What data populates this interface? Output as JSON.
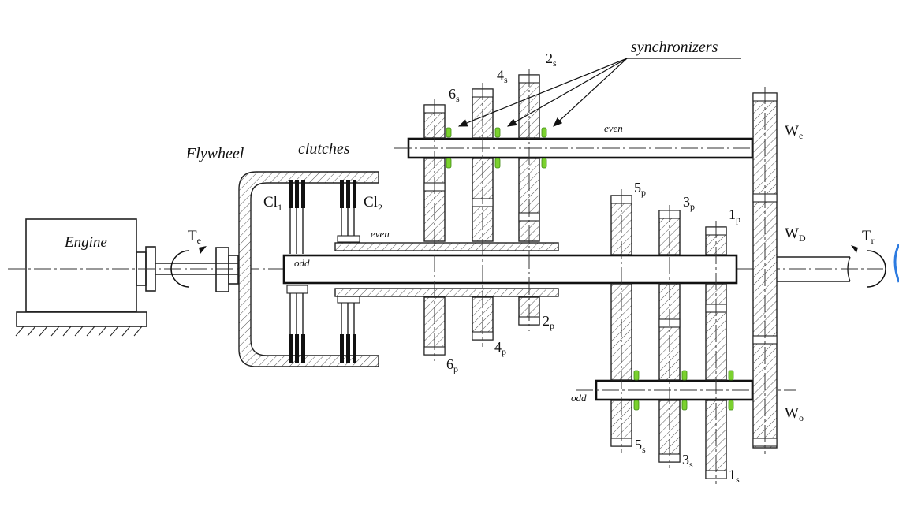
{
  "labels": {
    "synchronizers": "synchronizers",
    "flywheel": "Flywheel",
    "clutches": "clutches",
    "engine": "Engine",
    "te": "T",
    "te_sub": "e",
    "tr": "T",
    "tr_sub": "r",
    "cl1": "Cl",
    "cl1_sub": "1",
    "cl2": "Cl",
    "cl2_sub": "2",
    "even_upper": "even",
    "even_inner": "even",
    "odd_inner": "odd",
    "odd_lower": "odd",
    "we": "W",
    "we_sub": "e",
    "wd": "W",
    "wd_sub": "D",
    "wo": "W",
    "wo_sub": "o",
    "g6s": "6",
    "g6s_sub": "s",
    "g4s": "4",
    "g4s_sub": "s",
    "g2s": "2",
    "g2s_sub": "s",
    "g5p": "5",
    "g5p_sub": "p",
    "g3p": "3",
    "g3p_sub": "p",
    "g1p": "1",
    "g1p_sub": "p",
    "g2p": "2",
    "g2p_sub": "p",
    "g4p": "4",
    "g4p_sub": "p",
    "g6p": "6",
    "g6p_sub": "p",
    "g5s": "5",
    "g5s_sub": "s",
    "g3s": "3",
    "g3s_sub": "s",
    "g1s": "1",
    "g1s_sub": "s"
  },
  "colors": {
    "synchronizer": "#7bd12e",
    "line": "#111111",
    "edge_accent": "#2d7be0"
  }
}
